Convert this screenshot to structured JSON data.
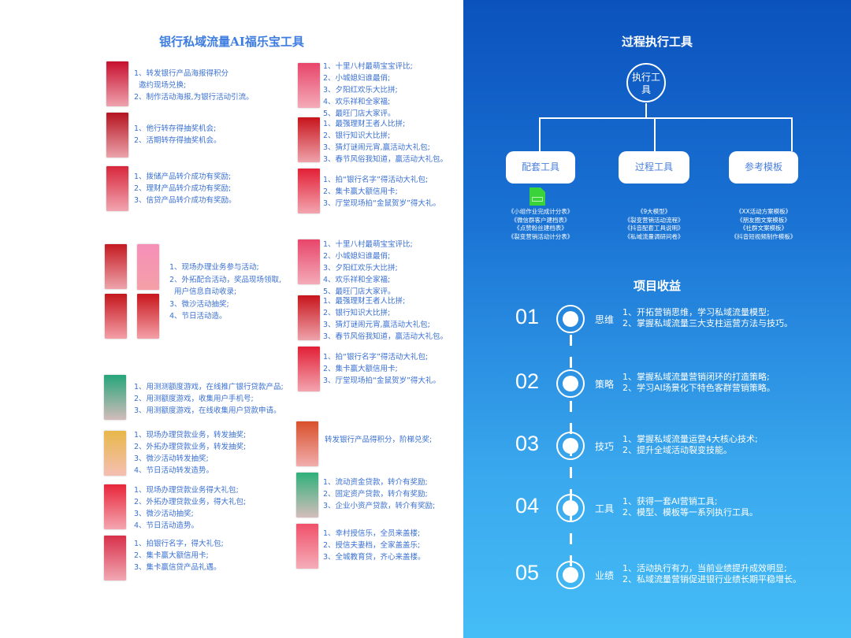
{
  "left": {
    "title": "银行私域流量AI福乐宝工具",
    "blocks": [
      {
        "lines": [
          "1、转发银行产品海报得积分",
          "  邀约现场兑换;",
          "2、制作活动海报,为银行活动引流。"
        ],
        "color": "#c8102e"
      },
      {
        "lines": [
          "1、他行转存得抽奖机会;",
          "2、活期转存得抽奖机会。"
        ],
        "color": "#b5141f"
      },
      {
        "lines": [
          "1、拨储产品转介成功有奖励;",
          "2、理财产品转介成功有奖励;",
          "3、信贷产品转介成功有奖励。"
        ],
        "color": "#d8263c"
      },
      {
        "lines": [
          "1、现场办理业务参与活动;",
          "2、外拓配合活动，奖品现场领取,",
          "  用户信息自动收录;",
          "3、微沙活动抽奖;",
          "4、节日活动造。"
        ],
        "color": "#c41a20"
      },
      {
        "lines": [
          "1、用测测额度游戏，在线推广银行贷款产品;",
          "2、用测额度游戏，收集用户手机号;",
          "3、用测额度游戏，在线收集用户贷款申请。"
        ],
        "color": "#25a57a"
      },
      {
        "lines": [
          "1、现场办理贷款业务，转发抽奖;",
          "2、外拓办理贷款业务，转发抽奖;",
          "3、微沙活动转发抽奖;",
          "4、节日活动转发造势。"
        ],
        "color": "#e8b84a"
      },
      {
        "lines": [
          "1、现场办理贷款业务得大礼包;",
          "2、外拓办理贷款业务，得大礼包;",
          "3、微沙活动抽奖;",
          "4、节日活动造势。"
        ],
        "color": "#e8263a"
      },
      {
        "lines": [
          "1、拍银行名字，得大礼包;",
          "2、集卡赢大额信用卡;",
          "3、集卡赢信贷产品礼遇。"
        ],
        "color": "#d8304a"
      },
      {
        "lines": [
          "1、十里八村最萌宝宝评比;",
          "2、小城媳妇谁最俏;",
          "3、夕阳红欢乐大比拼;",
          "4、欢乐祥和全家福;",
          "5、最旺门店大家评。"
        ],
        "color": "#e8456a"
      },
      {
        "lines": [
          "1、最强理财王者人比拼;",
          "2、银行知识大比拼;",
          "3、猜灯谜闹元宵,赢活动大礼包;",
          "3、春节风俗我知道，赢活动大礼包。"
        ],
        "color": "#c8141c"
      },
      {
        "lines": [
          "1、拍“银行名字”得活动大礼包;",
          "2、集卡赢大额信用卡;",
          "3、厅堂现场拍“金鼠贺岁”得大礼。"
        ],
        "color": "#e21f36"
      },
      {
        "lines": [
          "1、十里八村最萌宝宝评比;",
          "2、小城媳妇谁最俏;",
          "3、夕阳红欢乐大比拼;",
          "4、欢乐祥和全家福;",
          "5、最旺门店大家评。"
        ],
        "color": "#e8456a"
      },
      {
        "lines": [
          "1、最强理财王者人比拼;",
          "2、银行知识大比拼;",
          "3、猜灯谜闹元宵,赢活动大礼包;",
          "3、春节风俗我知道，赢活动大礼包。"
        ],
        "color": "#c8141c"
      },
      {
        "lines": [
          "1、拍“银行名字”得活动大礼包;",
          "2、集卡赢大额信用卡;",
          "3、厅堂现场拍“金鼠贺岁”得大礼。"
        ],
        "color": "#e21f36"
      },
      {
        "lines": [
          "转发银行产品得积分，阶梯兑奖;"
        ],
        "color": "#d8502a"
      },
      {
        "lines": [
          "1、流动资金贷款，转介有奖励;",
          "2、固定资产贷款，转介有奖励;",
          "3、企业小资产贷款，转介有奖励;"
        ],
        "color": "#2fb07a"
      },
      {
        "lines": [
          "1、幸村授信乐，全员来盖楼;",
          "2、授信夫妻档，全家盖盖乐;",
          "3、全城教育贷，齐心来盖楼。"
        ],
        "color": "#f0506a"
      }
    ]
  },
  "right": {
    "title": "过程执行工具",
    "hub": "执行工具",
    "categories": [
      {
        "label": "配套工具",
        "items": [
          "《小组作业完成计分表》",
          "《微信群客户建档表》",
          "《点赞粉丝建档表》",
          "《裂变营销活动计分表》"
        ]
      },
      {
        "label": "过程工具",
        "items": [
          "《9大模型》",
          "《裂变营销活动流程》",
          "《抖音配套工具说明》",
          "《私域流量调研问卷》"
        ]
      },
      {
        "label": "参考模板",
        "items": [
          "《XX活动方案模板》",
          "《朋友圈文案模板》",
          "《社群文案模板》",
          "《抖音短视频制作模板》"
        ]
      }
    ],
    "benefits_title": "项目收益",
    "benefits": [
      {
        "num": "01",
        "label": "思维",
        "lines": [
          "1、开拓营销思维，学习私域流量模型;",
          "2、掌握私域流量三大支柱运营方法与技巧。"
        ]
      },
      {
        "num": "02",
        "label": "策略",
        "lines": [
          "1、掌握私域流量营销闭环的打造策略;",
          "2、学习AI场景化下特色客群营销策略。"
        ]
      },
      {
        "num": "03",
        "label": "技巧",
        "lines": [
          "1、掌握私域流量运营4大核心技术;",
          "2、提升全域活动裂变技能。"
        ]
      },
      {
        "num": "04",
        "label": "工具",
        "lines": [
          "1、获得一套AI营销工具;",
          "2、模型、模板等一系列执行工具。"
        ]
      },
      {
        "num": "05",
        "label": "业绩",
        "lines": [
          "1、活动执行有力，当前业绩提升成效明显;",
          "2、私域流量营销促进银行业绩长期平稳增长。"
        ]
      }
    ]
  }
}
